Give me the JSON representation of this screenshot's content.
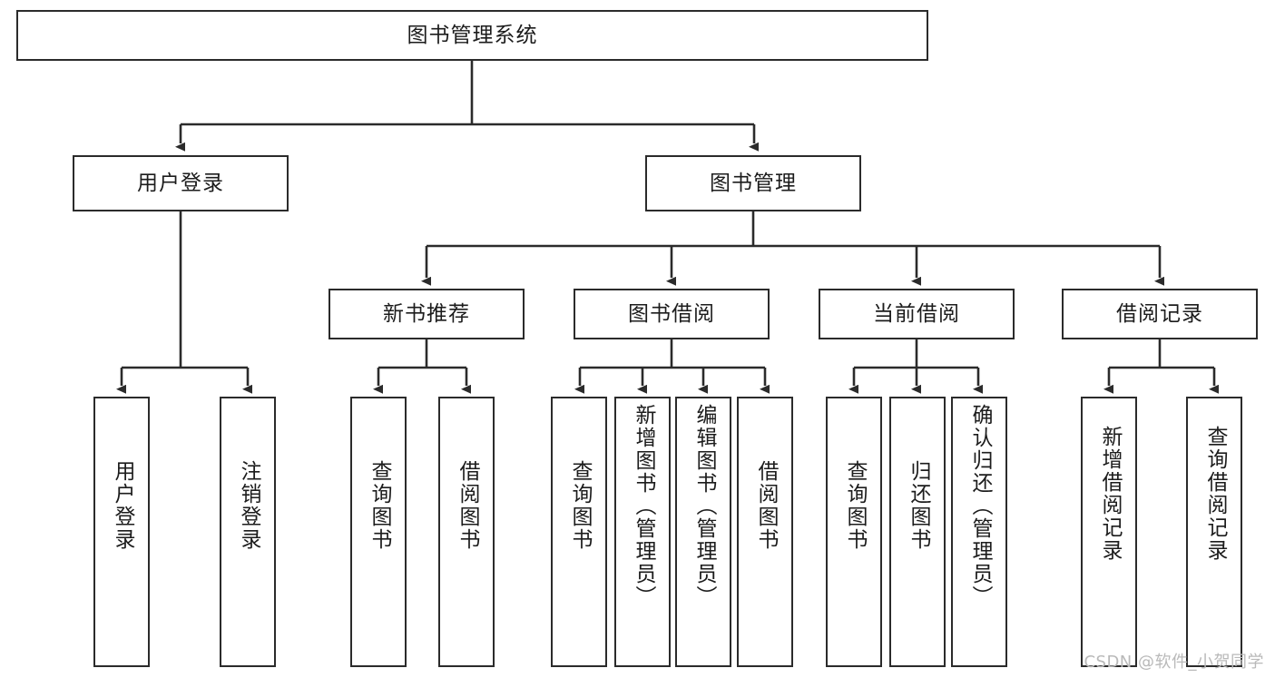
{
  "diagram": {
    "title": "图书管理系统",
    "type": "functional-structure-tree",
    "root": {
      "label": "图书管理系统"
    },
    "level2": [
      {
        "id": "user-login",
        "label": "用户登录"
      },
      {
        "id": "book-manage",
        "label": "图书管理"
      }
    ],
    "level3": [
      {
        "id": "new-book-recommend",
        "label": "新书推荐"
      },
      {
        "id": "book-borrow",
        "label": "图书借阅"
      },
      {
        "id": "current-borrow",
        "label": "当前借阅"
      },
      {
        "id": "borrow-record",
        "label": "借阅记录"
      }
    ],
    "leaves": {
      "user_login": [
        {
          "id": "leaf-user-login",
          "label": "用户登录"
        },
        {
          "id": "leaf-logout-login",
          "label": "注销登录"
        }
      ],
      "new_book_recommend": [
        {
          "id": "leaf-query-book-1",
          "label": "查询图书"
        },
        {
          "id": "leaf-borrow-book-1",
          "label": "借阅图书"
        }
      ],
      "book_borrow": [
        {
          "id": "leaf-query-book-2",
          "label": "查询图书"
        },
        {
          "id": "leaf-add-book",
          "label": "新增图书（管理员）"
        },
        {
          "id": "leaf-edit-book",
          "label": "编辑图书（管理员）"
        },
        {
          "id": "leaf-borrow-book-2",
          "label": "借阅图书"
        }
      ],
      "current_borrow": [
        {
          "id": "leaf-query-book-3",
          "label": "查询图书"
        },
        {
          "id": "leaf-return-book",
          "label": "归还图书"
        },
        {
          "id": "leaf-confirm-return",
          "label": "确认归还（管理员）"
        }
      ],
      "borrow_record": [
        {
          "id": "leaf-add-record",
          "label": "新增借阅记录"
        },
        {
          "id": "leaf-query-record",
          "label": "查询借阅记录"
        }
      ]
    },
    "colors": {
      "stroke": "#2b2b2b",
      "background": "#ffffff",
      "text": "#1c1c1c",
      "watermark": "#b9b9b9"
    }
  },
  "watermark": {
    "text": "CSDN @软件_小贺同学"
  }
}
